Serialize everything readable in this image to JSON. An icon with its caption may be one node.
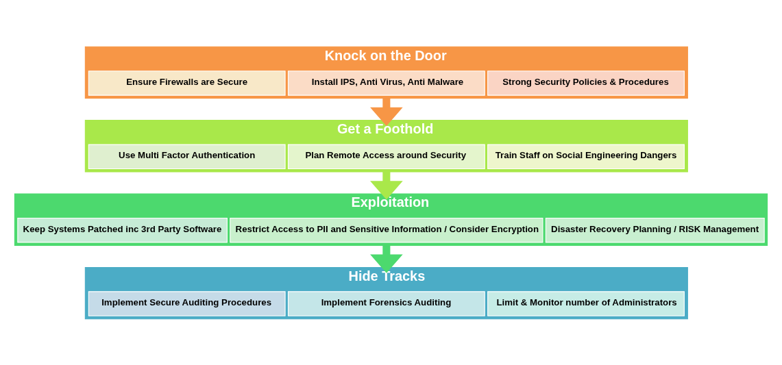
{
  "diagram": {
    "nodes": [
      {
        "text": [
          "Knock on the Door"
        ]
      },
      {
        "text": [
          "Ensure Firewalls are Secure"
        ],
        "in": 0
      },
      {
        "text": [
          "Install IPS, Anti Virus, Anti Malware"
        ],
        "in": 0
      },
      {
        "text": [
          "Strong Security Policies & Procedures"
        ],
        "in": 0
      },
      {
        "text": [
          "Get a Foothold"
        ]
      },
      {
        "text": [
          "Use Multi Factor Authentication"
        ],
        "in": 4
      },
      {
        "text": [
          "Plan Remote Access around Security"
        ],
        "in": 4
      },
      {
        "text": [
          "Train Staff on Social Engineering Dangers"
        ],
        "in": 4
      },
      {
        "text": [
          "Exploitation"
        ]
      },
      {
        "text": [
          "Keep Systems Patched inc 3rd Party Software"
        ],
        "in": 8
      },
      {
        "text": [
          "Restrict Access to PII and Sensitive Information / Consider Encryption"
        ],
        "in": 8
      },
      {
        "text": [
          "Disaster Recovery Planning / RISK Management"
        ],
        "in": 8
      },
      {
        "text": [
          "Hide Tracks"
        ]
      },
      {
        "text": [
          "Implement Secure Auditing Procedures"
        ],
        "in": 12
      },
      {
        "text": [
          "Implement Forensics Auditing"
        ],
        "in": 12
      },
      {
        "text": [
          "Limit & Monitor number of Administrators"
        ],
        "in": 12
      }
    ],
    "edges": [
      {
        "from": 0,
        "to": 4,
        "arrow": "to",
        "color": "#f79646"
      },
      {
        "from": 4,
        "to": 8,
        "arrow": "to",
        "color": "#a9e84a"
      },
      {
        "from": 8,
        "to": 12,
        "arrow": "to",
        "color": "#4cd96e"
      }
    ]
  }
}
